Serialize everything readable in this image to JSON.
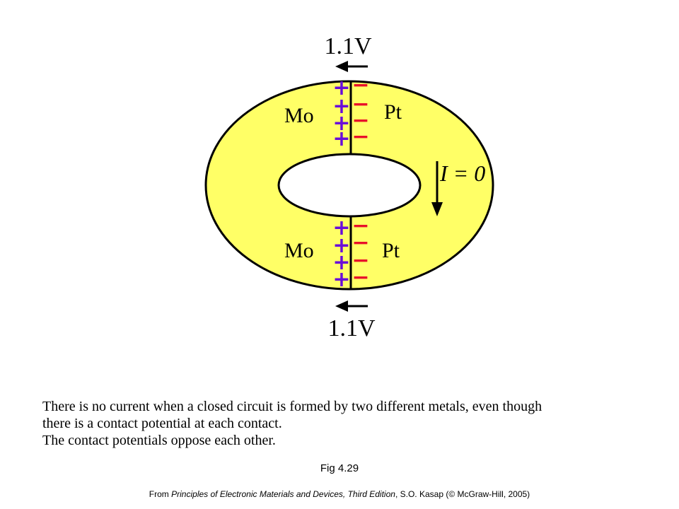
{
  "diagram": {
    "voltage_top": "1.1V",
    "voltage_bottom": "1.1V",
    "metal_left_top": "Mo",
    "metal_right_top": "Pt",
    "metal_left_bottom": "Mo",
    "metal_right_bottom": "Pt",
    "current_label": "I = 0",
    "positive_symbol": "+",
    "negative_symbol": "−",
    "colors": {
      "ring_fill": "#ffff66",
      "positive": "#6a0dd8",
      "negative": "#e8102a",
      "outline": "#000000"
    }
  },
  "caption": {
    "line1": "There is no current when a closed circuit is formed by two different metals, even though",
    "line2": "there is a contact potential at each contact.",
    "line3": "The contact potentials oppose each other."
  },
  "figure_label": "Fig 4.29",
  "source": {
    "prefix": "From ",
    "title": "Principles of Electronic Materials and Devices, Third Edition",
    "suffix": ", S.O. Kasap (© McGraw-Hill, 2005)"
  }
}
